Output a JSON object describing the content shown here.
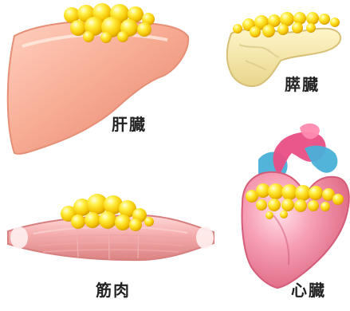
{
  "labels": {
    "liver": "肝臓",
    "pancreas": "膵臓",
    "muscle": "筋肉",
    "heart": "心臓"
  },
  "colors": {
    "liver": "#f4a38a",
    "pancreas": "#f2e4a2",
    "muscle": "#f0a6a6",
    "heart": "#ef8aa0",
    "vessel_blue": "#4ab0d8",
    "vessel_pink": "#e94f85",
    "fat": "#f6c600"
  }
}
